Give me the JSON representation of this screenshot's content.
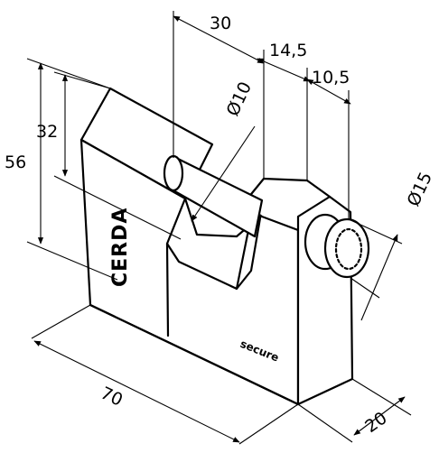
{
  "dimensions": {
    "width": "70",
    "height": "56",
    "shackle_height": "32",
    "depth": "20",
    "shackle_span": "30",
    "lock_body": "14,5",
    "cylinder_length": "10,5",
    "shackle_diameter": "Ø10",
    "cylinder_diameter": "Ø15"
  },
  "branding": {
    "logo": "CERDA",
    "model": "secure"
  }
}
